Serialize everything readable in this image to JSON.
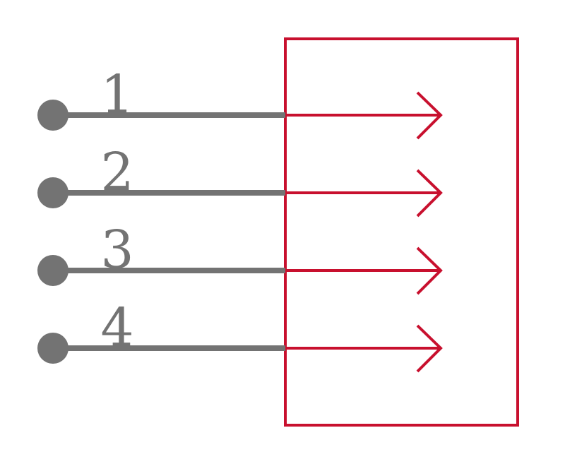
{
  "colors": {
    "pin": "#737373",
    "body": "#c8102e"
  },
  "pins": [
    {
      "number": "1"
    },
    {
      "number": "2"
    },
    {
      "number": "3"
    },
    {
      "number": "4"
    }
  ]
}
